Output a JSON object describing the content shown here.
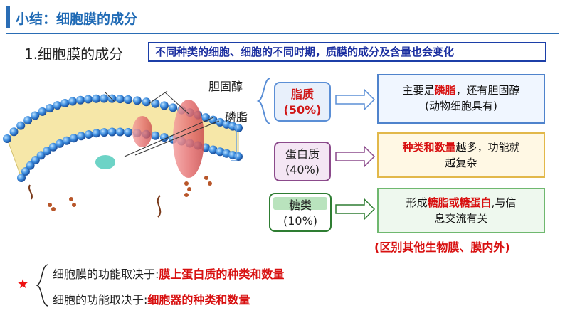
{
  "title": "小结：细胞膜的成分",
  "heading": "1.细胞膜的成分",
  "note": "不同种类的细胞、细胞的不同时期，质膜的成分及含量也会变化",
  "diagram_labels": {
    "cholesterol": "胆固醇",
    "phospholipid": "磷脂"
  },
  "components": [
    {
      "name": "脂质",
      "percent": "(50%)",
      "color": "#d01818"
    },
    {
      "name": "蛋白质",
      "percent": "(40%)",
      "color": "#222222"
    },
    {
      "name": "糖类",
      "percent": "(10%)",
      "color": "#222222"
    }
  ],
  "descriptions": {
    "lipid": {
      "pre": "主要是",
      "highlight": "磷脂",
      "post": "，还有胆固醇",
      "line2": "(动物细胞具有)"
    },
    "protein": {
      "highlight": "种类和数量",
      "post": "越多，功能就",
      "line2": "越复杂"
    },
    "sugar": {
      "pre": "形成",
      "highlight": "糖脂或糖蛋白",
      "post": ",与信",
      "line2": "息交流有关"
    }
  },
  "sugar_note": "(区别其他生物膜、膜内外)",
  "star": "★",
  "conclusions": [
    {
      "label": "细胞膜的功能取决于:",
      "value": "膜上蛋白质的种类和数量"
    },
    {
      "label": "细胞的功能取决于:",
      "value": "细胞器的种类和数量"
    }
  ]
}
